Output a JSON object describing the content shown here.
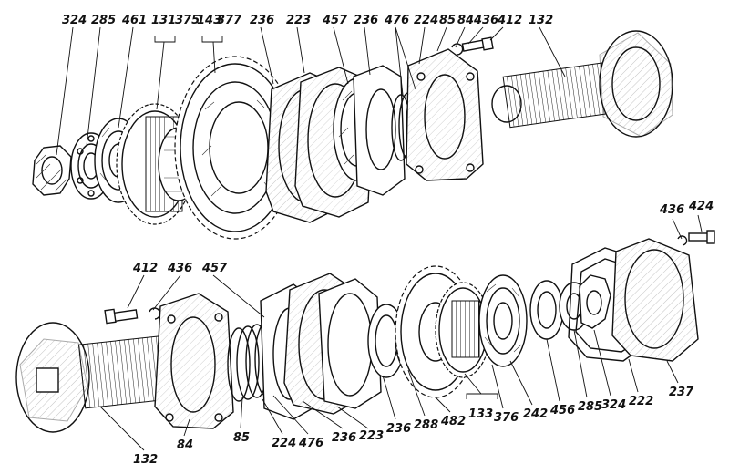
{
  "top_assembly": {
    "labels": {
      "l324": "324",
      "l285": "285",
      "l461": "461",
      "l131": "131",
      "l375": "375",
      "l143": "143",
      "l377": "377",
      "l236a": "236",
      "l223": "223",
      "l457": "457",
      "l236b": "236",
      "l476": "476",
      "l224": "224",
      "l85": "85",
      "l84": "84",
      "l436": "436",
      "l412": "412",
      "l132": "132"
    }
  },
  "bottom_assembly": {
    "labels": {
      "l436r": "436",
      "l424": "424",
      "l412": "412",
      "l436": "436",
      "l457": "457",
      "l132": "132",
      "l84": "84",
      "l85": "85",
      "l224": "224",
      "l476": "476",
      "l236a": "236",
      "l223": "223",
      "l236b": "236",
      "l288": "288",
      "l482": "482",
      "l133": "133",
      "l376": "376",
      "l242": "242",
      "l456": "456",
      "l285": "285",
      "l324": "324",
      "l222": "222",
      "l237": "237"
    }
  }
}
